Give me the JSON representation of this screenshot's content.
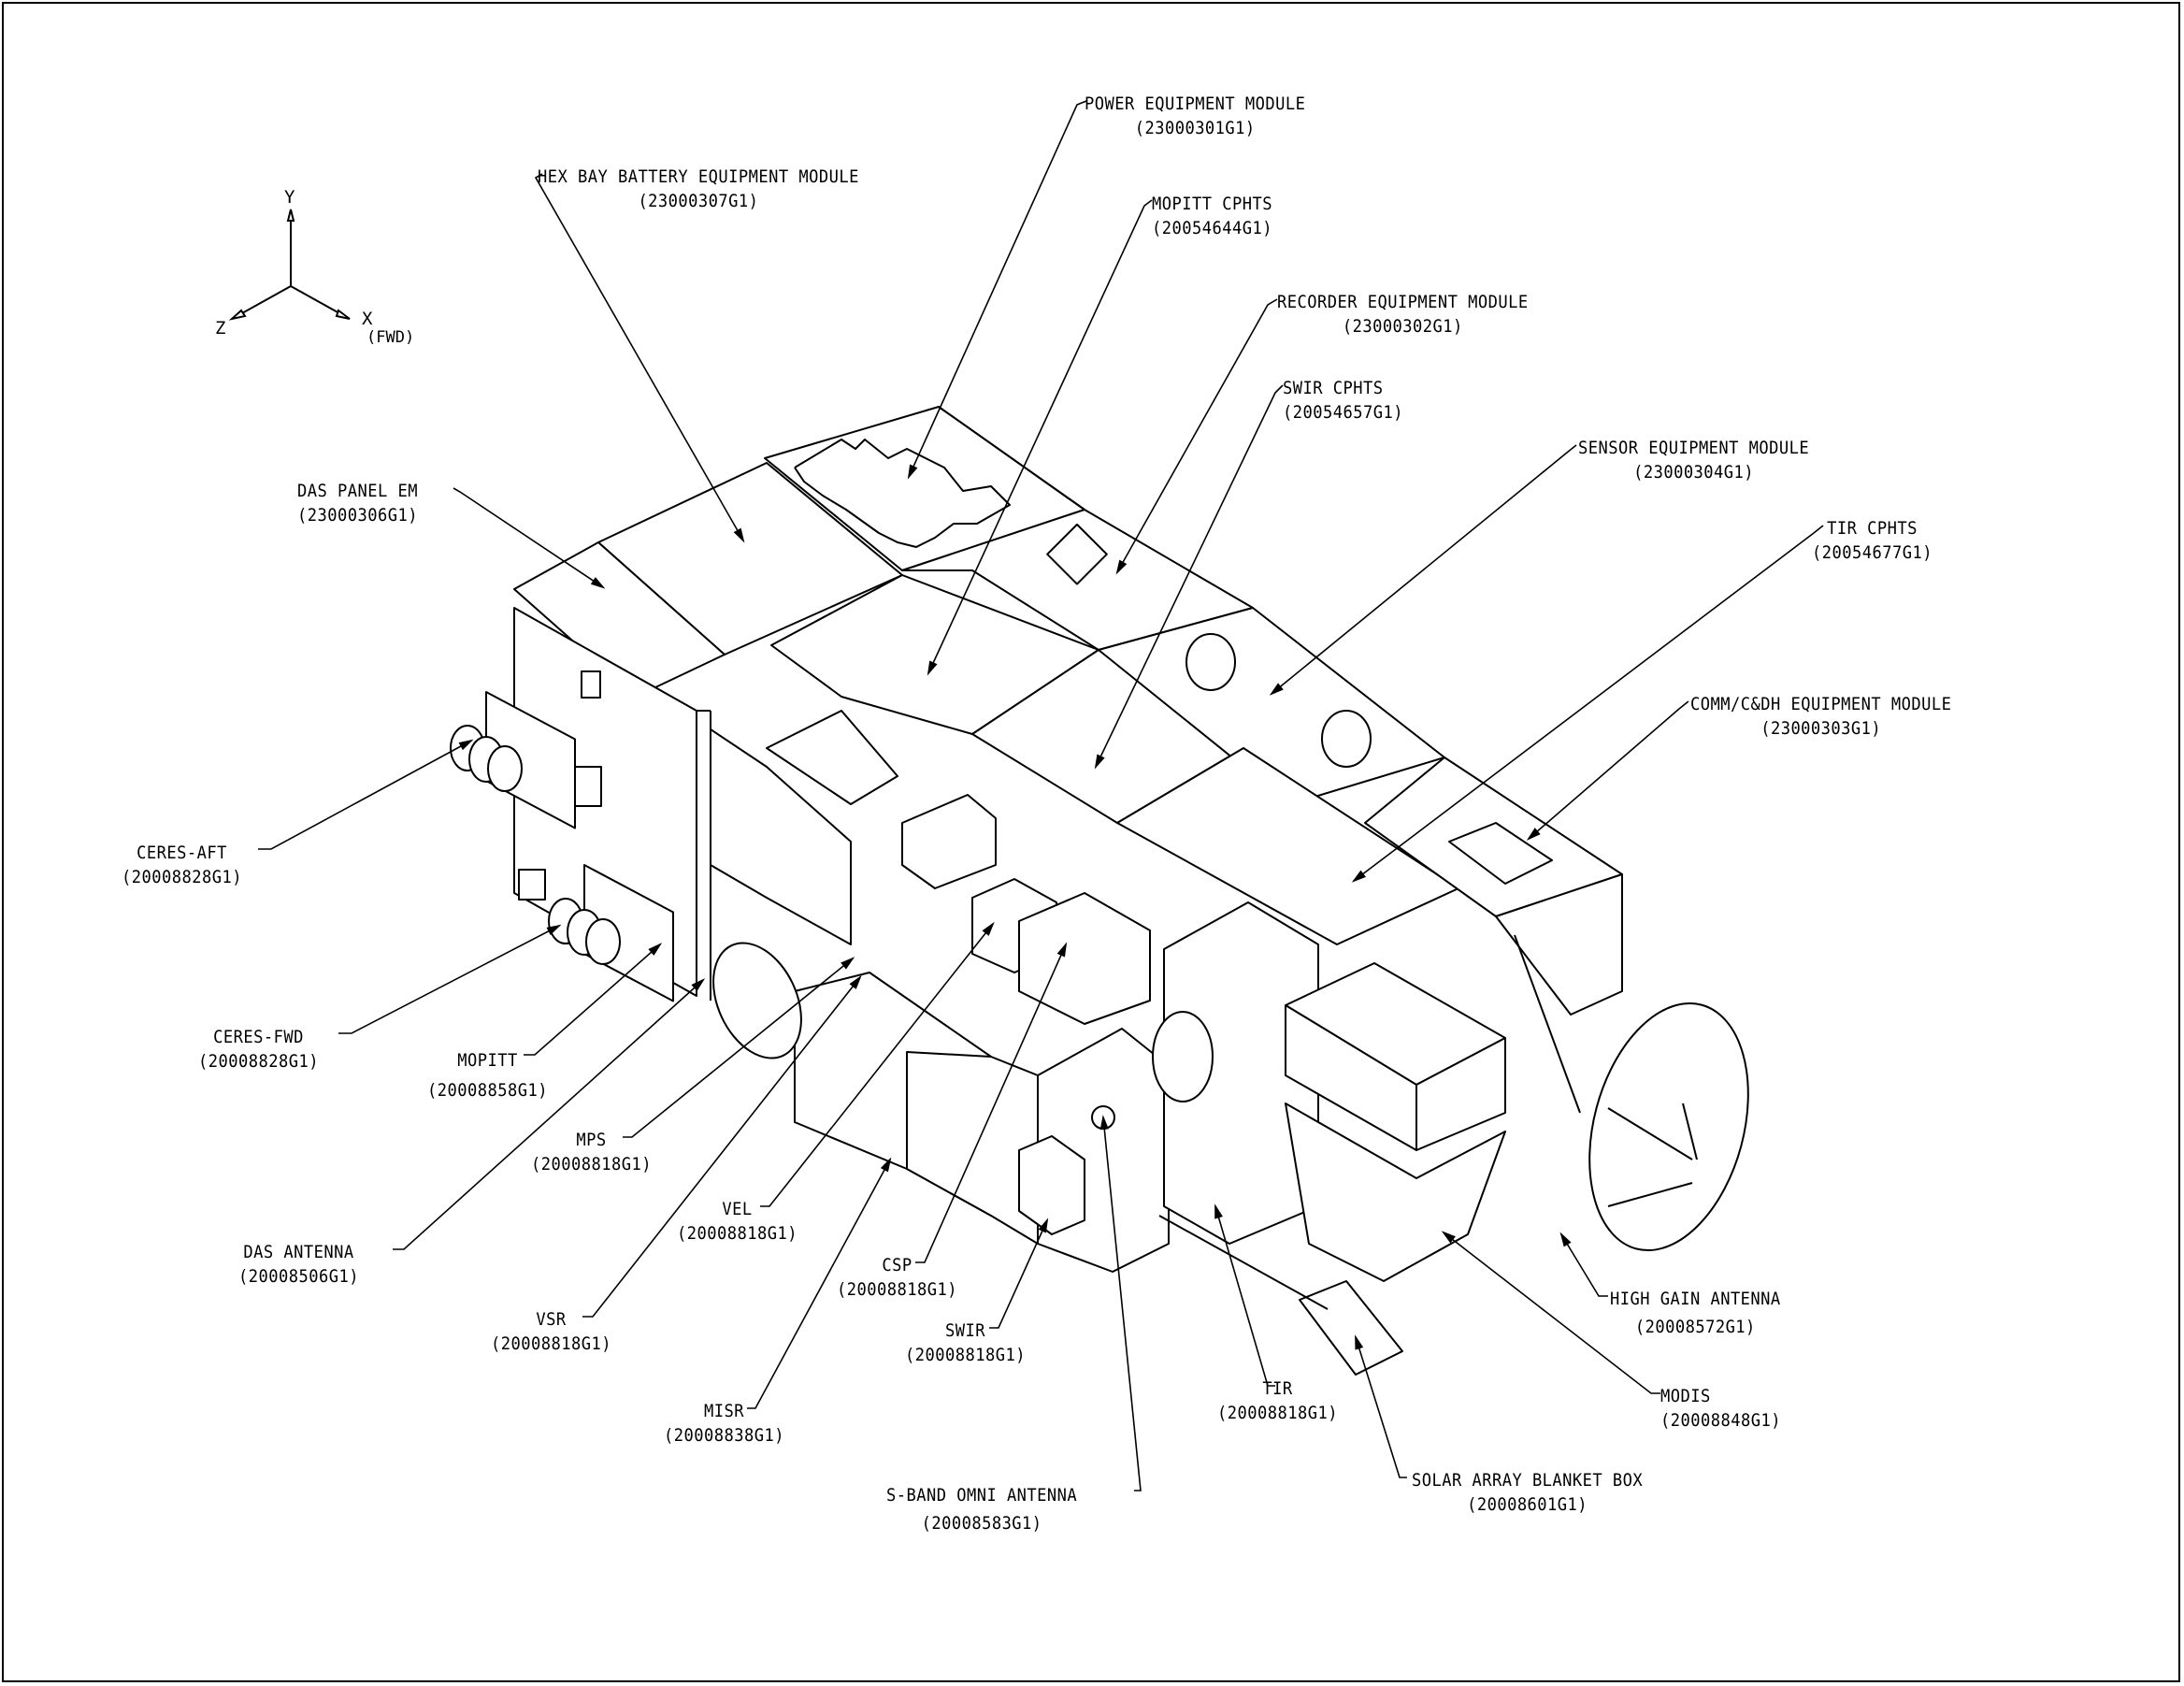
{
  "diagram": {
    "type": "isometric spacecraft assembly drawing",
    "axes": {
      "y_label": "Y",
      "z_label": "Z",
      "x_label": "X",
      "x_note": "(FWD)"
    },
    "callouts": [
      {
        "id": "hex-bay-battery-equipment-module",
        "name": "HEX BAY BATTERY EQUIPMENT MODULE",
        "part": "(23000307G1)"
      },
      {
        "id": "power-equipment-module",
        "name": "POWER EQUIPMENT MODULE",
        "part": "(23000301G1)"
      },
      {
        "id": "mopitt-cphts",
        "name": "MOPITT CPHTS",
        "part": "(20054644G1)"
      },
      {
        "id": "recorder-equipment-module",
        "name": "RECORDER EQUIPMENT MODULE",
        "part": "(23000302G1)"
      },
      {
        "id": "swir-cphts",
        "name": "SWIR CPHTS",
        "part": "(20054657G1)"
      },
      {
        "id": "sensor-equipment-module",
        "name": "SENSOR EQUIPMENT MODULE",
        "part": "(23000304G1)"
      },
      {
        "id": "tir-cphts",
        "name": "TIR CPHTS",
        "part": "(20054677G1)"
      },
      {
        "id": "comm-cdh-equipment-module",
        "name": "COMM/C&DH EQUIPMENT MODULE",
        "part": "(23000303G1)"
      },
      {
        "id": "das-panel-em",
        "name": "DAS PANEL EM",
        "part": "(23000306G1)"
      },
      {
        "id": "ceres-aft",
        "name": "CERES-AFT",
        "part": "(20008828G1)"
      },
      {
        "id": "ceres-fwd",
        "name": "CERES-FWD",
        "part": "(20008828G1)"
      },
      {
        "id": "mopitt",
        "name": "MOPITT",
        "part": "(20008858G1)"
      },
      {
        "id": "mps",
        "name": "MPS",
        "part": "(20008818G1)"
      },
      {
        "id": "das-antenna",
        "name": "DAS ANTENNA",
        "part": "(20008506G1)"
      },
      {
        "id": "vel",
        "name": "VEL",
        "part": "(20008818G1)"
      },
      {
        "id": "vsr",
        "name": "VSR",
        "part": "(20008818G1)"
      },
      {
        "id": "csp",
        "name": "CSP",
        "part": "(20008818G1)"
      },
      {
        "id": "swir",
        "name": "SWIR",
        "part": "(20008818G1)"
      },
      {
        "id": "misr",
        "name": "MISR",
        "part": "(20008838G1)"
      },
      {
        "id": "s-band-omni-antenna",
        "name": "S-BAND OMNI ANTENNA",
        "part": "(20008583G1)"
      },
      {
        "id": "tir",
        "name": "TIR",
        "part": "(20008818G1)"
      },
      {
        "id": "solar-array-blanket-box",
        "name": "SOLAR ARRAY BLANKET BOX",
        "part": "(20008601G1)"
      },
      {
        "id": "modis",
        "name": "MODIS",
        "part": "(20008848G1)"
      },
      {
        "id": "high-gain-antenna",
        "name": "HIGH GAIN ANTENNA",
        "part": "(20008572G1)"
      }
    ]
  }
}
